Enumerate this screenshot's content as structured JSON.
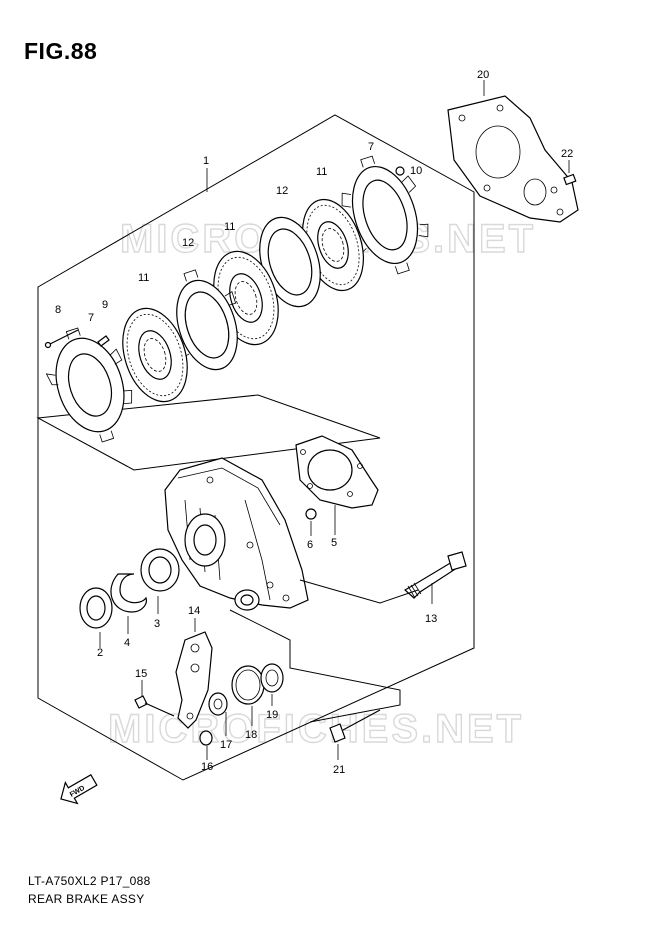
{
  "figure": {
    "title": "FIG.88",
    "model_code": "LT-A750XL2 P17_088",
    "assembly_name": "REAR BRAKE ASSY",
    "watermark": "MICROFICHES.NET",
    "fwd_label": "FWD"
  },
  "callouts": [
    {
      "id": "1",
      "label": "1"
    },
    {
      "id": "2",
      "label": "2"
    },
    {
      "id": "3",
      "label": "3"
    },
    {
      "id": "4",
      "label": "4"
    },
    {
      "id": "5",
      "label": "5"
    },
    {
      "id": "6",
      "label": "6"
    },
    {
      "id": "7a",
      "label": "7"
    },
    {
      "id": "7b",
      "label": "7"
    },
    {
      "id": "8",
      "label": "8"
    },
    {
      "id": "9",
      "label": "9"
    },
    {
      "id": "10",
      "label": "10"
    },
    {
      "id": "11a",
      "label": "11"
    },
    {
      "id": "11b",
      "label": "11"
    },
    {
      "id": "11c",
      "label": "11"
    },
    {
      "id": "12a",
      "label": "12"
    },
    {
      "id": "12b",
      "label": "12"
    },
    {
      "id": "13",
      "label": "13"
    },
    {
      "id": "14",
      "label": "14"
    },
    {
      "id": "15",
      "label": "15"
    },
    {
      "id": "16",
      "label": "16"
    },
    {
      "id": "17",
      "label": "17"
    },
    {
      "id": "18",
      "label": "18"
    },
    {
      "id": "19",
      "label": "19"
    },
    {
      "id": "20",
      "label": "20"
    },
    {
      "id": "21",
      "label": "21"
    },
    {
      "id": "22",
      "label": "22"
    }
  ]
}
